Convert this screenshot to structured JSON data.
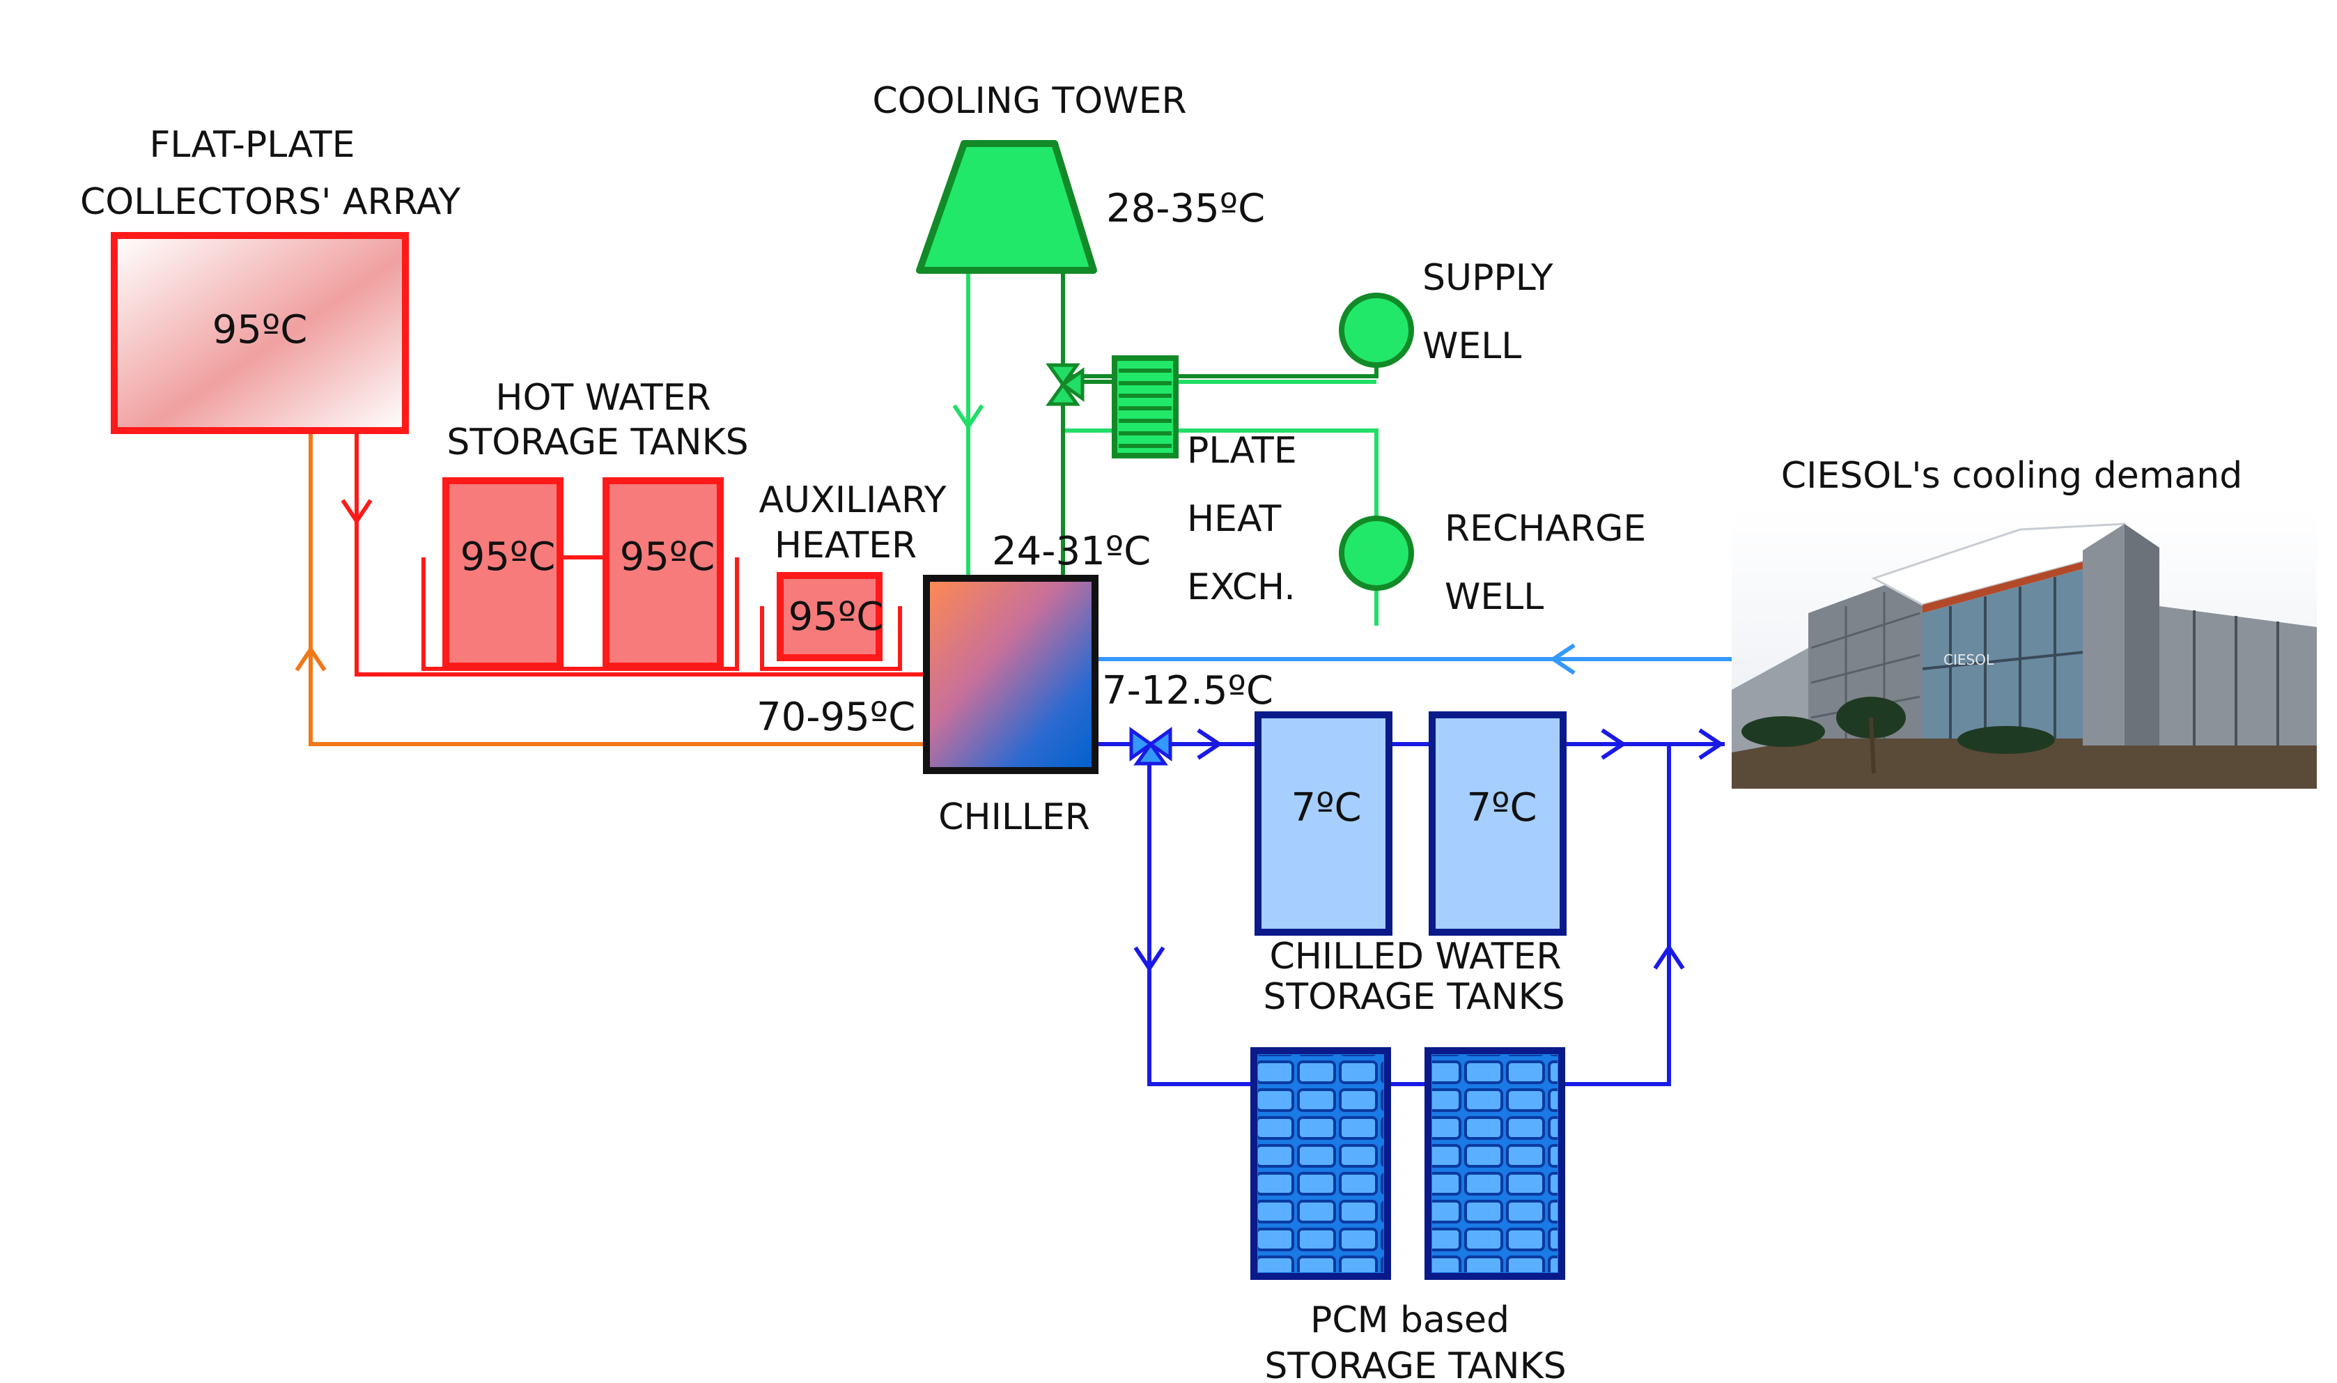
{
  "labels": {
    "collectors_line1": "FLAT-PLATE",
    "collectors_line2": "COLLECTORS' ARRAY",
    "cooling_tower": "COOLING TOWER",
    "hot_tanks_line1": "HOT WATER",
    "hot_tanks_line2": "STORAGE TANKS",
    "aux_line1": "AUXILIARY",
    "aux_line2": "HEATER",
    "chiller": "CHILLER",
    "supply_line1": "SUPPLY",
    "supply_line2": "WELL",
    "recharge_line1": "RECHARGE",
    "recharge_line2": "WELL",
    "phe_line1": "PLATE",
    "phe_line2": "HEAT",
    "phe_line3": "EXCH.",
    "demand": "CIESOL's cooling demand",
    "chilled_line1": "CHILLED WATER",
    "chilled_line2": "STORAGE TANKS",
    "pcm_line1": "PCM based",
    "pcm_line2": "STORAGE TANKS",
    "building_sign": "CIESOL"
  },
  "temperatures": {
    "collectors": "95ºC",
    "hot_tank_1": "95ºC",
    "hot_tank_2": "95ºC",
    "aux_heater": "95ºC",
    "tower": "28-35ºC",
    "condenser": "24-31ºC",
    "evaporator": "7-12.5ºC",
    "generator": "70-95ºC",
    "chilled_tank_1": "7ºC",
    "chilled_tank_2": "7ºC"
  },
  "colors": {
    "hot_loop": "#ff1a1a",
    "return_loop": "#f07818",
    "cooling_loop": "#22dd66",
    "well_loop": "#128a28",
    "chilled_loop": "#1a1ae6",
    "demand_loop": "#3399ff"
  }
}
